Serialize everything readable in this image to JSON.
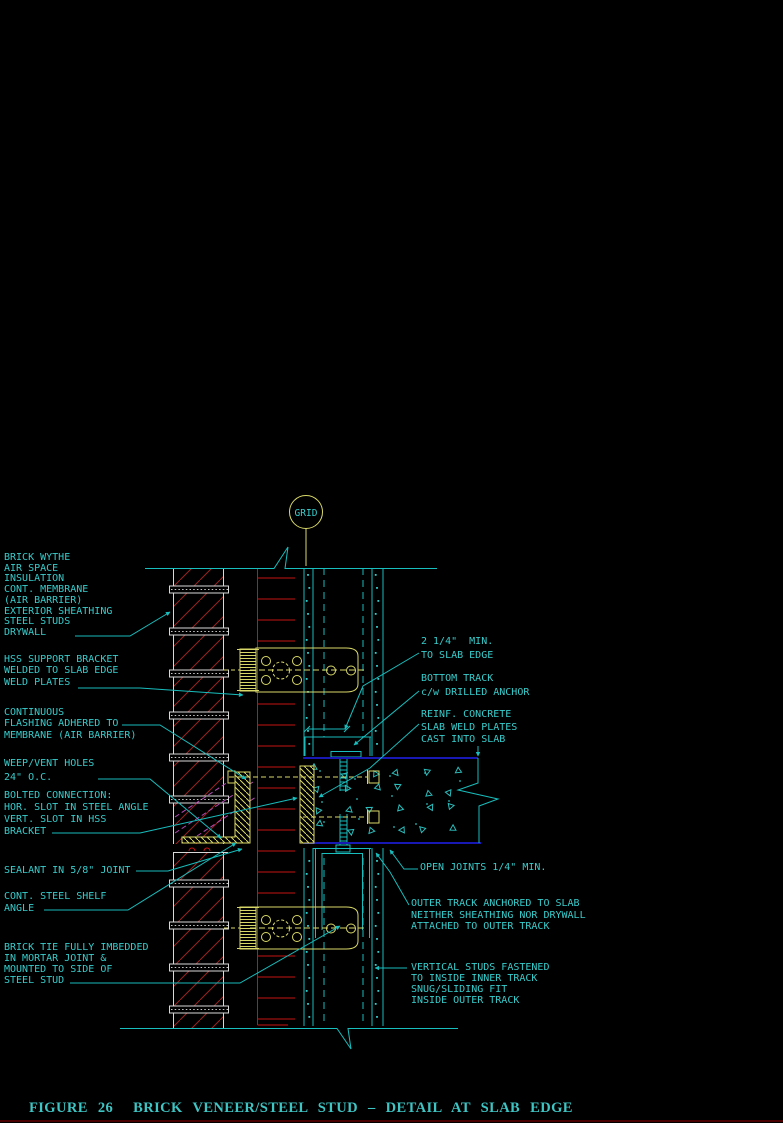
{
  "title": "FIGURE 26  BRICK VENEER/STEEL STUD – DETAIL AT SLAB EDGE",
  "grid_label": "GRID",
  "labels": {
    "left": [
      {
        "id": "wall-assembly",
        "text": "BRICK WYTHE\nAIR SPACE\nINSULATION\nCONT. MEMBRANE\n(AIR BARRIER)\nEXTERIOR SHEATHING\nSTEEL STUDS\nDRYWALL"
      },
      {
        "id": "hss-bracket",
        "text": "HSS SUPPORT BRACKET\nWELDED TO SLAB EDGE\nWELD PLATES"
      },
      {
        "id": "flashing",
        "text": "CONTINUOUS\nFLASHING ADHERED TO\nMEMBRANE (AIR BARRIER)"
      },
      {
        "id": "weep-vent",
        "text": "WEEP/VENT HOLES\n24\" O.C."
      },
      {
        "id": "bolted-connection",
        "text": "BOLTED CONNECTION:\nHOR. SLOT IN STEEL ANGLE\nVERT. SLOT IN HSS\nBRACKET"
      },
      {
        "id": "sealant",
        "text": "SEALANT IN 5/8\" JOINT"
      },
      {
        "id": "shelf-angle",
        "text": "CONT. STEEL SHELF\nANGLE"
      },
      {
        "id": "brick-tie",
        "text": "BRICK TIE FULLY IMBEDDED\nIN MORTAR JOINT &\nMOUNTED TO SIDE OF\nSTEEL STUD"
      }
    ],
    "right": [
      {
        "id": "slab-edge-dim",
        "text": "2 1/4\"  MIN.\nTO SLAB EDGE"
      },
      {
        "id": "bottom-track",
        "text": "BOTTOM TRACK\nc/w DRILLED ANCHOR"
      },
      {
        "id": "reinf-concrete",
        "text": "REINF. CONCRETE\nSLAB WELD PLATES\nCAST INTO SLAB"
      },
      {
        "id": "open-joints",
        "text": "OPEN JOINTS 1/4\" MIN."
      },
      {
        "id": "outer-track",
        "text": "OUTER TRACK ANCHORED TO SLAB\nNEITHER SHEATHING NOR DRYWALL\nATTACHED TO OUTER TRACK"
      },
      {
        "id": "vertical-studs",
        "text": "VERTICAL STUDS FASTENED\nTO INSIDE INNER TRACK\nSNUG/SLIDING FIT\nINSIDE OUTER TRACK"
      }
    ]
  },
  "colors": {
    "background": "#000000",
    "line_cyan": "#18bdbd",
    "text_cyan": "#38cccc",
    "steel_yellow": "#d8d868",
    "membrane_red": "#c41414",
    "brick_hatch_red": "#992222",
    "flashing_magenta": "#b44ab4",
    "slab_blue": "#1818b4",
    "mortar_white": "#d8d8d8",
    "footer_maroon": "#4a0000"
  }
}
